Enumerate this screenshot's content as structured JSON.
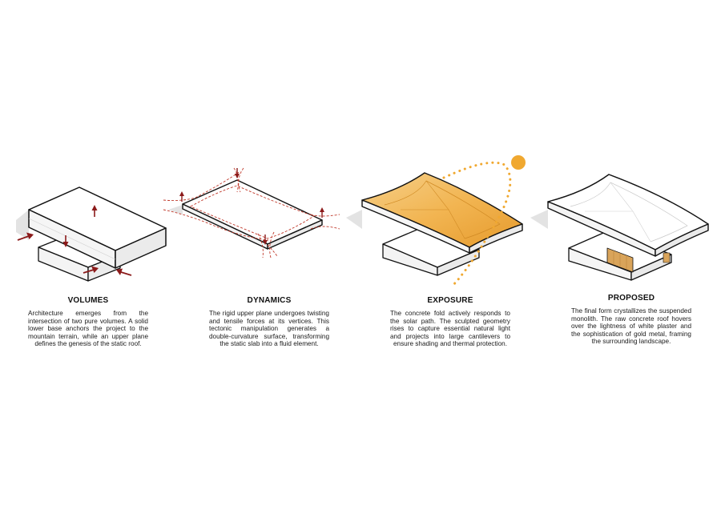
{
  "colors": {
    "outline": "#111111",
    "force_arrow": "#8b1a1a",
    "force_dashed": "#c0392b",
    "sun": "#f0a830",
    "gold_surface": "#f2b552",
    "shadow": "#dedede"
  },
  "panels": [
    {
      "title": "VOLUMES",
      "text": "Architecture emerges from the intersection of two pure volumes. A solid lower base anchors the project to the mountain terrain, while an upper plane defines the genesis of the static roof."
    },
    {
      "title": "DYNAMICS",
      "text": "The rigid upper plane undergoes twisting and tensile forces at its vertices. This tectonic manipulation generates a double-curvature surface, transforming the static slab into a fluid element."
    },
    {
      "title": "EXPOSURE",
      "text": "The concrete fold actively responds to the solar path. The sculpted geometry rises to capture essential natural light and projects into large cantilevers to ensure shading and thermal protection."
    },
    {
      "title": "PROPOSED",
      "text": "The final form crystallizes the suspended monolith. The raw concrete roof hovers over the lightness of white plaster and the sophistication of gold metal, framing the surrounding landscape."
    }
  ]
}
